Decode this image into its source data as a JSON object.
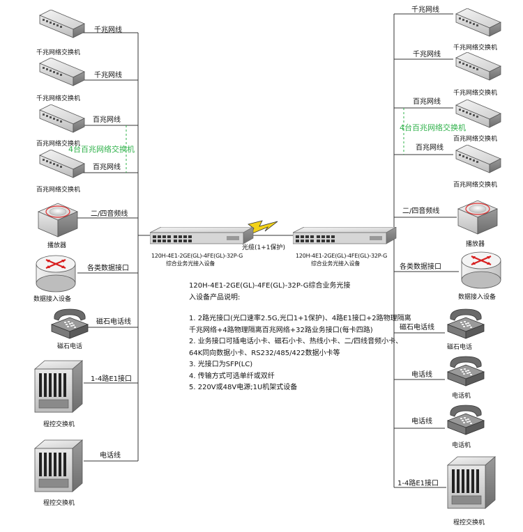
{
  "left": {
    "switches": [
      {
        "line": "千兆网线",
        "device": "千兆网络交换机"
      },
      {
        "line": "千兆网线",
        "device": "千兆网络交换机"
      },
      {
        "line": "百兆网线",
        "device": "百兆网络交换机"
      },
      {
        "line": "百兆网线",
        "device": "百兆网络交换机"
      }
    ],
    "group_note": "4台百兆网络交换机",
    "player": {
      "line": "二/四音频线",
      "device": "播放器"
    },
    "data_access": {
      "line": "各类数据接口",
      "device": "数据接入设备"
    },
    "magneto_phone": {
      "line": "磁石电话线",
      "device": "磁石电话"
    },
    "pbx1": {
      "line": "1-4路E1接口",
      "device": "程控交换机"
    },
    "pbx2": {
      "line": "电话线",
      "device": "程控交换机"
    }
  },
  "right": {
    "switches": [
      {
        "line": "千兆网线",
        "device": "千兆网络交换机"
      },
      {
        "line": "千兆网线",
        "device": "千兆网络交换机"
      },
      {
        "line": "百兆网线",
        "device": "百兆网络交换机"
      },
      {
        "line": "百兆网线",
        "device": "百兆网络交换机"
      }
    ],
    "group_note": "4台百兆网络交换机",
    "player": {
      "line": "二/四音频线",
      "device": "播放器"
    },
    "data_access": {
      "line": "各类数据接口",
      "device": "数据接入设备"
    },
    "magneto_phone": {
      "line": "磁石电话线",
      "device": "磁石电话"
    },
    "phone1": {
      "line": "电话线",
      "device": "电话机"
    },
    "phone2": {
      "line": "电话线",
      "device": "电话机"
    },
    "pbx": {
      "line": "1-4路E1接口",
      "device": "程控交换机"
    }
  },
  "center": {
    "unit_model": "120H-4E1-2GE(GL)-4FE(GL)-32P-G",
    "unit_name": "综合业务光接入设备",
    "fiber_label": "光缆(1+1保护)"
  },
  "description": {
    "title": "120H-4E1-2GE(GL)-4FE(GL)-32P-G综合业务光接入设备产品说明:",
    "items": [
      "1. 2路光接口(光口速率2.5G,光口1+1保护)、4路E1接口+2路物理隔离千兆网络+4路物理隔离百兆网络+32路业务接口(每卡四路)",
      "2. 业务接口可插电话小卡、磁石小卡、热线小卡、二/四线音频小卡、64K同向数据小卡、RS232/485/422数据小卡等",
      "3. 光接口为SFP(LC)",
      "4. 传输方式可选单纤或双纤",
      "5. 220V或48V电源;1U机架式设备"
    ]
  }
}
